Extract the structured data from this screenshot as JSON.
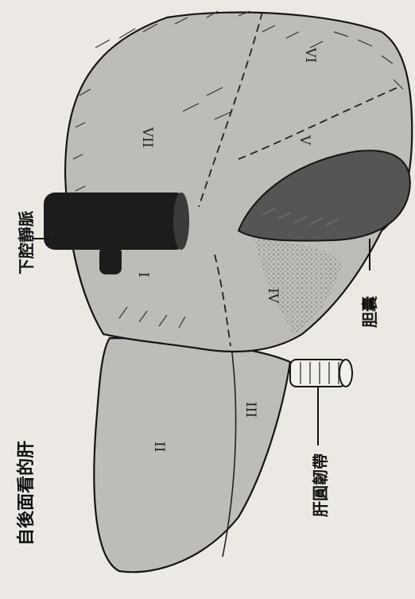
{
  "figure": {
    "title": "自後面看的肝",
    "labels": {
      "ivc": "下腔靜脈",
      "gallbladder": "胆囊",
      "ligament": "肝圓韌帶"
    },
    "segments": [
      "I",
      "II",
      "III",
      "IV",
      "V",
      "VI",
      "VII"
    ]
  },
  "colors": {
    "background": "#ece9e4",
    "liver": "#bdbcb8",
    "vessel": "#1c1c1c",
    "gallbladder": "#555555",
    "ink": "#151515"
  }
}
